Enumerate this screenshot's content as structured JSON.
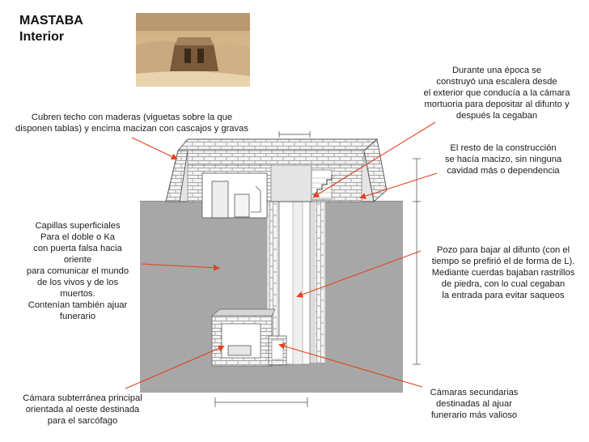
{
  "title": {
    "line1": "MASTABA",
    "line2": "Interior"
  },
  "photo": {
    "icon": "mastaba-photo"
  },
  "annotations": {
    "techo": [
      "Cubren techo con maderas (viguetas sobre la que",
      "disponen tablas)  y encima macizan con cascajos y gravas"
    ],
    "escalera": [
      "Durante una época se",
      "construyó una escalera desde",
      "el exterior que conducía a la cámara",
      "mortuoria para depositar al difunto y",
      "después la cegaban"
    ],
    "macizo": [
      "El resto de la construcción",
      "se hacía macizo, sin ninguna",
      "cavidad más o dependencia"
    ],
    "capillas": [
      "Capillas superficiales",
      "Para el doble o Ka",
      "con puerta falsa hacia",
      "oriente",
      "para comunicar el mundo",
      "de los vivos y de los",
      "muertos.",
      "Contenían también ajuar",
      "funerario"
    ],
    "pozo": [
      "Pozo para bajar al difunto (con el",
      "tiempo se prefirió el de forma de L).",
      "Mediante cuerdas bajaban rastrillos",
      "de piedra, con lo cual cegaban",
      "la entrada para evitar saqueos"
    ],
    "camara_principal": [
      "Cámara subterránea principal",
      "orientada al oeste destinada",
      "para el sarcófago"
    ],
    "camaras_secundarias": [
      "Cámaras secundarias",
      "destinadas al ajuar",
      "funerario más valioso"
    ]
  },
  "colors": {
    "ground": "#a7a7a7",
    "brick": "#f2f2f2",
    "arrow": "#e5401f",
    "text": "#1c1c1c"
  }
}
